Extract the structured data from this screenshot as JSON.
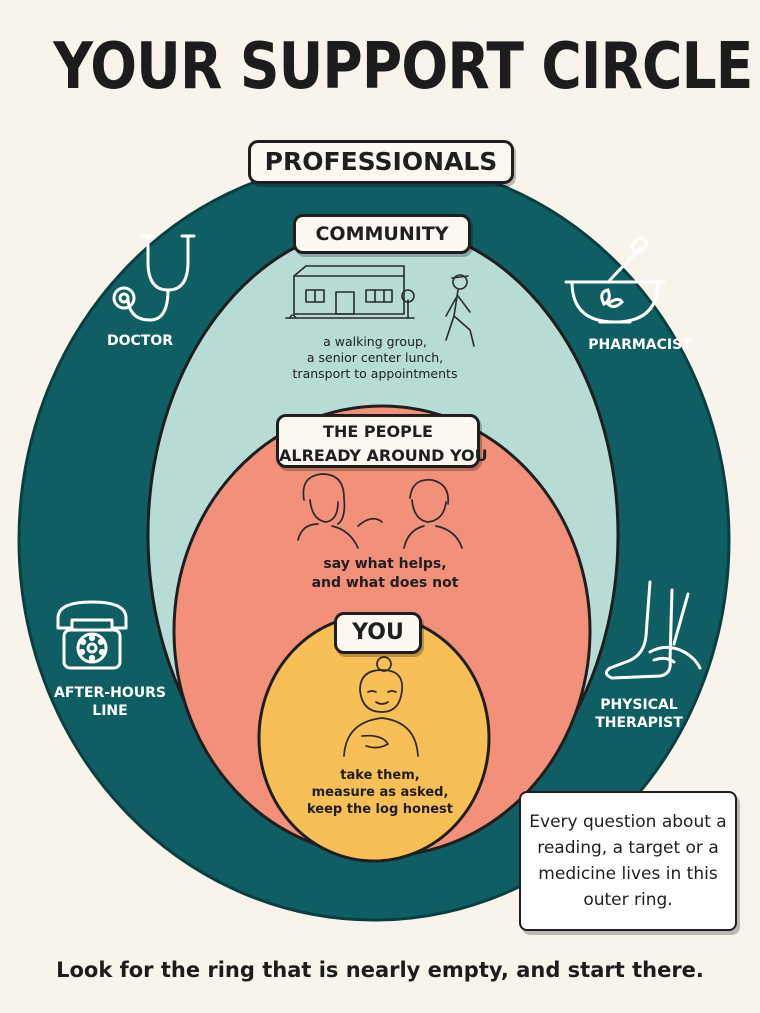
{
  "title": "YOUR SUPPORT CIRCLE",
  "rings": {
    "professionals": {
      "label": "PROFESSIONALS",
      "color": "#0f5e63",
      "items": {
        "doctor": "DOCTOR",
        "pharmacist": "PHARMACIST",
        "after_hours_1": "AFTER-HOURS",
        "after_hours_2": "LINE",
        "physical_therapist_1": "PHYSICAL",
        "physical_therapist_2": "THERAPIST"
      }
    },
    "community": {
      "label": "COMMUNITY",
      "color": "#b7dcd6",
      "text": [
        "a walking group,",
        "a senior center lunch,",
        "transport to appointments"
      ]
    },
    "people": {
      "label_line1": "THE PEOPLE",
      "label_line2": "ALREADY AROUND YOU",
      "color": "#f2907a",
      "text": [
        "say what helps,",
        "and what does not"
      ]
    },
    "you": {
      "label": "YOU",
      "color": "#f7bf56",
      "text": [
        "take them,",
        "measure as asked,",
        "keep the log honest"
      ]
    }
  },
  "note": "Every question about a reading, a target or a medicine lives in this outer ring.",
  "footer": "Look for the ring that is nearly empty, and start there."
}
